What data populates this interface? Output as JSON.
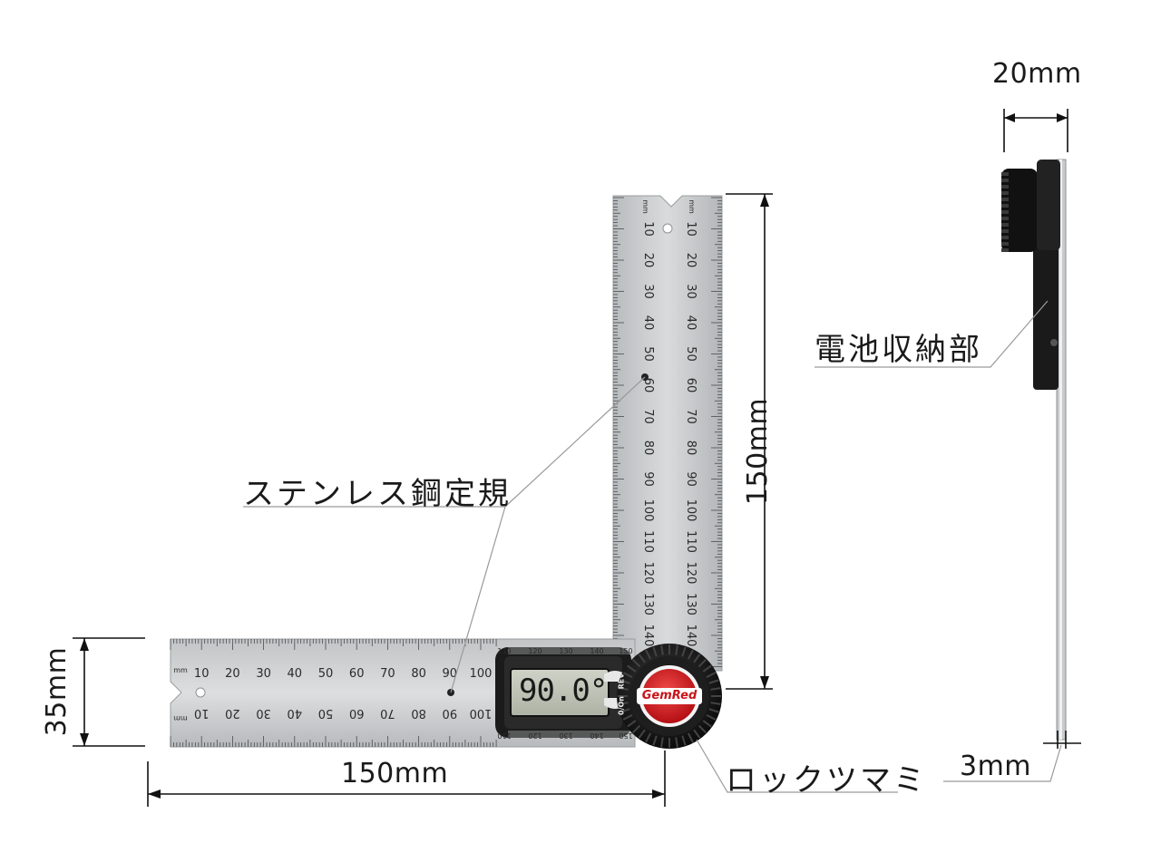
{
  "product": {
    "brand": "GemRed",
    "display_reading": "90.0°",
    "button_labels": [
      "0/On",
      "REV"
    ]
  },
  "dimensions": {
    "top_width": "20mm",
    "vertical_length": "150mm",
    "horizontal_length": "150mm",
    "blade_width": "35mm",
    "thickness": "3mm"
  },
  "callouts": {
    "battery": "電池収納部",
    "ruler": "ステンレス鋼定規",
    "lock_knob": "ロックツマミ"
  },
  "scales": {
    "unit": "mm",
    "vertical_ticks": [
      10,
      20,
      30,
      40,
      50,
      60,
      70,
      80,
      90,
      100,
      110,
      120,
      130,
      140
    ],
    "horizontal_ticks": [
      10,
      20,
      30,
      40,
      50,
      60,
      70,
      80,
      90,
      100
    ],
    "display_top_ticks": [
      110,
      120,
      130,
      140,
      150
    ],
    "display_bottom_ticks": [
      110,
      120,
      130,
      140,
      150
    ]
  }
}
